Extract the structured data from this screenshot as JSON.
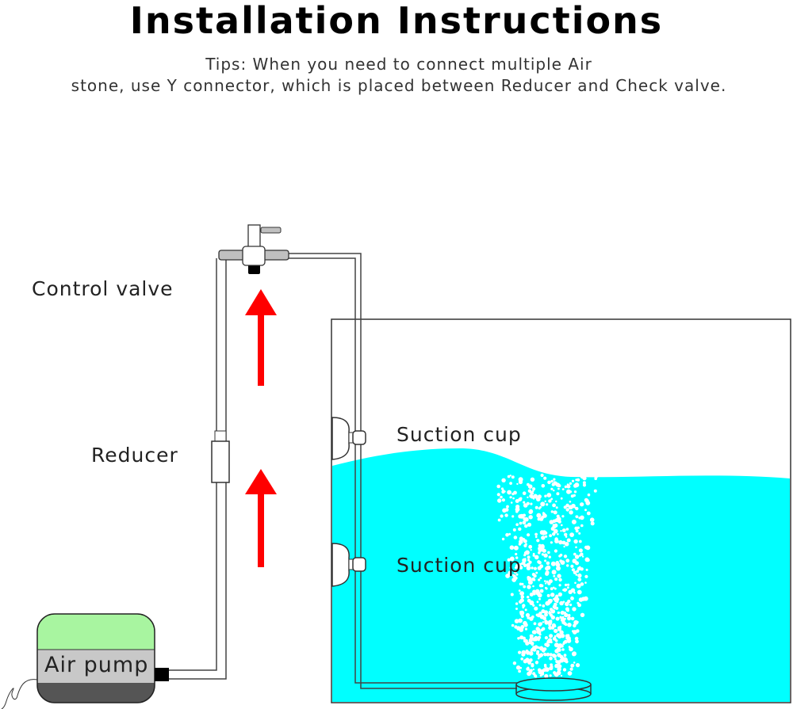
{
  "title": "Installation Instructions",
  "tips": {
    "line1": "Tips: When you need to connect multiple Air",
    "line2": "stone, use Y connector, which is placed between Reducer and Check valve."
  },
  "labels": {
    "control_valve": "Control valve",
    "reducer": "Reducer",
    "suction_cup_1": "Suction cup",
    "suction_cup_2": "Suction cup",
    "air_pump": "Air pump"
  },
  "colors": {
    "water": "#00ffff",
    "arrow": "#ff0000",
    "pump_top": "#a8f5a0",
    "pump_mid": "#c8c8c8",
    "pump_bottom": "#555555",
    "valve_bar": "#c0c0c0"
  }
}
